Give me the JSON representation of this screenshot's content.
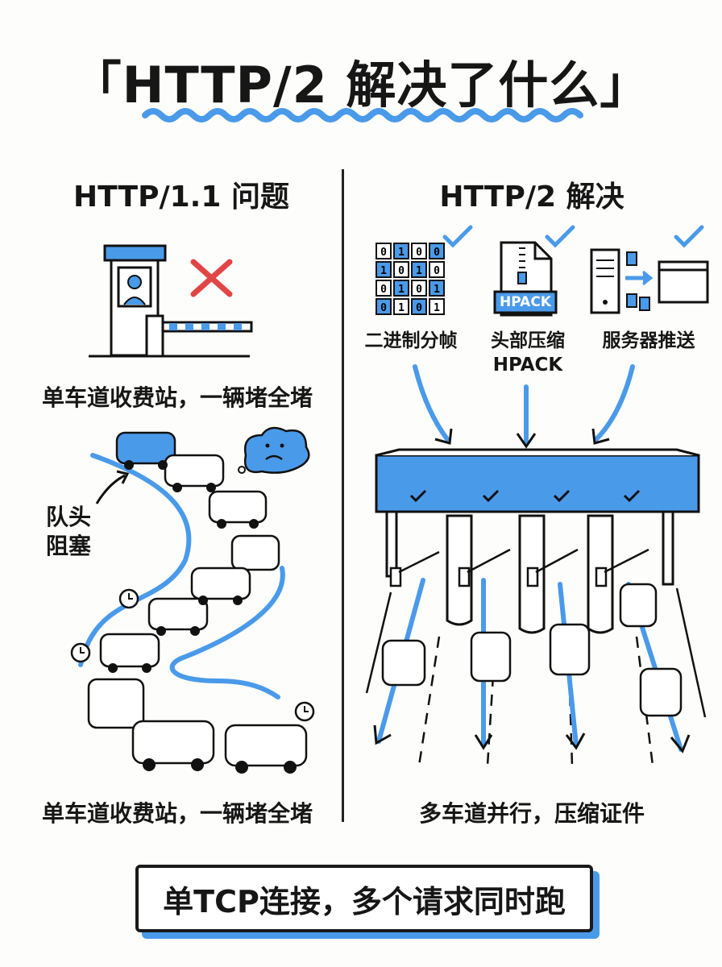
{
  "title": "「HTTP/2 解决了什么」",
  "left": {
    "heading": "HTTP/1.1 问题",
    "caption_top": "单车道收费站，一辆堵全堵",
    "hol_label": [
      "队头",
      "阻塞"
    ],
    "caption_bottom": "单车道收费站，一辆堵全堵"
  },
  "right": {
    "heading": "HTTP/2 解决",
    "features": [
      {
        "label": "二进制分帧",
        "icon": "binary-grid-icon"
      },
      {
        "label": "头部压缩\nHPACK",
        "icon": "zip-file-icon",
        "badge": "HPACK"
      },
      {
        "label": "服务器推送",
        "icon": "server-push-icon"
      }
    ],
    "caption": "多车道并行，压缩证件",
    "binary_rows": [
      "0100",
      "1010",
      "0101",
      "0101"
    ]
  },
  "bottom": "单TCP连接，多个请求同时跑",
  "colors": {
    "accent": "#4a9aea",
    "ink": "#161616",
    "cross": "#e04646"
  }
}
